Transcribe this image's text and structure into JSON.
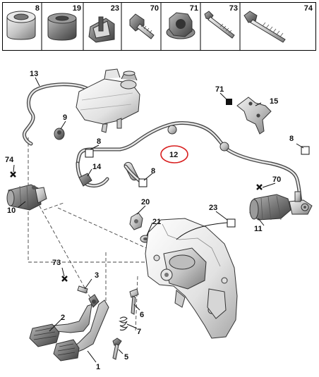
{
  "legend": [
    {
      "number": "8",
      "icon": "grommet-icon"
    },
    {
      "number": "19",
      "icon": "bushing-icon"
    },
    {
      "number": "23",
      "icon": "clip-icon"
    },
    {
      "number": "70",
      "icon": "bolt-icon"
    },
    {
      "number": "71",
      "icon": "flange-nut-icon"
    },
    {
      "number": "73",
      "icon": "long-bolt-icon"
    },
    {
      "number": "74",
      "icon": "screw-icon"
    }
  ],
  "callouts": {
    "c1": "1",
    "c2": "2",
    "c3": "3",
    "c5": "5",
    "c6": "6",
    "c7": "7",
    "c8a": "8",
    "c8b": "8",
    "c8c": "8",
    "c9": "9",
    "c10": "10",
    "c11": "11",
    "c12": "12",
    "c13": "13",
    "c14": "14",
    "c15": "15",
    "c20": "20",
    "c21": "21",
    "c23": "23",
    "c70": "70",
    "c71": "71",
    "c73": "73",
    "c74": "74"
  },
  "highlight": {
    "callout": "12",
    "color": "#d81e1e"
  },
  "colors": {
    "line": "#333333",
    "part_fill": "#cccccc",
    "part_dark": "#7a7a7a",
    "background": "#ffffff"
  }
}
